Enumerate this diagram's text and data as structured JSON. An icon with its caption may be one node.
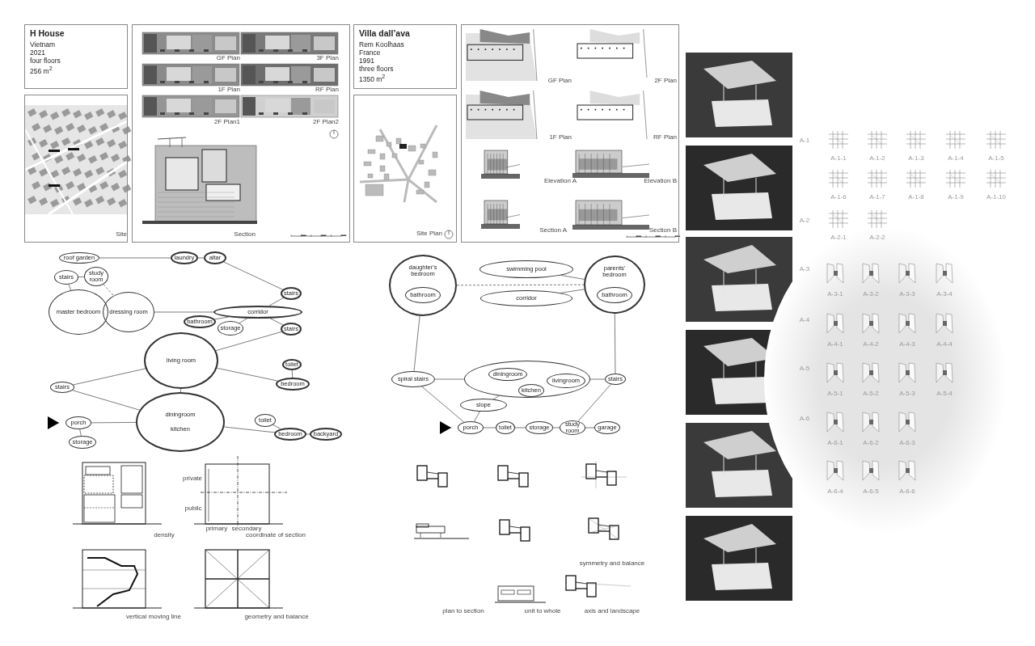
{
  "diagram": {
    "nodes": [
      {
        "text": [
          "H House",
          "Vietnam",
          "2021",
          "four floors",
          "256 m$^{2}$"
        ]
      },
      {
        "text": [
          "Site"
        ]
      },
      {
        "text": [
          "GF Plan",
          "3F Plan",
          "1F Plan",
          "RF Plan",
          "2F Plan1",
          "2F Plan2",
          "Section"
        ]
      },
      {
        "text": [
          "Villa dall’ava",
          "Rem Koolhaas",
          "France",
          "1991",
          "three floors",
          "1350 m$^{2}$"
        ]
      },
      {
        "text": [
          "Site Plan"
        ]
      },
      {
        "text": [
          "GF Plan",
          "2F Plan",
          "1F Plan",
          "RF Plan",
          "Elevation A",
          "Elevation B",
          "Section A",
          "Section B"
        ]
      },
      {
        "text": [
          "roof garden"
        ]
      },
      {
        "text": [
          "laundry"
        ]
      },
      {
        "text": [
          "altar"
        ]
      },
      {
        "text": [
          "stairs"
        ]
      },
      {
        "text": [
          "study room"
        ]
      },
      {
        "text": [
          "master bedroom"
        ]
      },
      {
        "text": [
          "dressing room"
        ]
      },
      {
        "text": [
          "stairs"
        ]
      },
      {
        "text": [
          "corridor"
        ]
      },
      {
        "text": [
          "bathroom"
        ]
      },
      {
        "text": [
          "storage"
        ]
      },
      {
        "text": [
          "stairs"
        ]
      },
      {
        "text": [
          "living room"
        ]
      },
      {
        "text": [
          "toilet"
        ]
      },
      {
        "text": [
          "bedroom"
        ]
      },
      {
        "text": [
          "stairs"
        ]
      },
      {
        "text": [
          "diningroom",
          "kitchen"
        ]
      },
      {
        "text": [
          "porch"
        ]
      },
      {
        "text": [
          "storage"
        ]
      },
      {
        "text": [
          "toilet"
        ]
      },
      {
        "text": [
          "bedroom"
        ]
      },
      {
        "text": [
          "backyard"
        ]
      },
      {
        "text": [
          "daughter's bedroom"
        ]
      },
      {
        "text": [
          "bathroom"
        ],
        "in": 28
      },
      {
        "text": [
          "swimming pool"
        ]
      },
      {
        "text": [
          "parents' bedroom"
        ]
      },
      {
        "text": [
          "bathroom"
        ],
        "in": 31
      },
      {
        "text": [
          "corridor"
        ]
      },
      {
        "text": [
          "spiral stairs"
        ]
      },
      {
        "text": [],
        "shape": "circle"
      },
      {
        "text": [
          "diningroom"
        ],
        "in": 35
      },
      {
        "text": [
          "livingroom"
        ],
        "in": 35
      },
      {
        "text": [
          "kitchen"
        ],
        "in": 35
      },
      {
        "text": [
          "stairs"
        ]
      },
      {
        "text": [
          "slope"
        ]
      },
      {
        "text": [
          "porch"
        ]
      },
      {
        "text": [
          "toilet"
        ]
      },
      {
        "text": [
          "storage"
        ]
      },
      {
        "text": [
          "study room"
        ]
      },
      {
        "text": [
          "garage"
        ]
      }
    ],
    "edges": [
      {
        "from": 6,
        "to": 7,
        "arrow": "none"
      },
      {
        "from": 7,
        "to": 8,
        "arrow": "none"
      },
      {
        "from": 8,
        "to": 13,
        "arrow": "none"
      },
      {
        "from": 9,
        "to": 10,
        "arrow": "none"
      },
      {
        "from": 9,
        "to": 11,
        "arrow": "none"
      },
      {
        "from": 10,
        "to": 12,
        "arrow": "none",
        "style": "dashed"
      },
      {
        "from": 12,
        "to": 14,
        "arrow": "none"
      },
      {
        "from": 13,
        "to": 14,
        "arrow": "none"
      },
      {
        "from": 14,
        "to": 15,
        "arrow": "none"
      },
      {
        "from": 14,
        "to": 16,
        "arrow": "none"
      },
      {
        "from": 14,
        "to": 17,
        "arrow": "none"
      },
      {
        "from": 17,
        "to": 18,
        "arrow": "none"
      },
      {
        "from": 18,
        "to": 21,
        "arrow": "none"
      },
      {
        "from": 18,
        "to": 20,
        "arrow": "none"
      },
      {
        "from": 19,
        "to": 20,
        "arrow": "none"
      },
      {
        "from": 18,
        "to": 22,
        "arrow": "none"
      },
      {
        "from": 21,
        "to": 22,
        "arrow": "none"
      },
      {
        "from": 23,
        "to": 22,
        "arrow": "none"
      },
      {
        "from": 23,
        "to": 24,
        "arrow": "none"
      },
      {
        "from": 22,
        "to": 26,
        "arrow": "none"
      },
      {
        "from": 25,
        "to": 26,
        "arrow": "none"
      },
      {
        "from": 26,
        "to": 27,
        "arrow": "none"
      },
      {
        "from": null,
        "to": 23,
        "arrow": "to"
      },
      {
        "from": 30,
        "to": 31,
        "arrow": "none"
      },
      {
        "from": 33,
        "to": 31,
        "arrow": "none"
      },
      {
        "from": 28,
        "to": 31,
        "arrow": "none",
        "style": "dashed"
      },
      {
        "from": 28,
        "to": 34,
        "arrow": "none"
      },
      {
        "from": 34,
        "to": 35,
        "arrow": "none"
      },
      {
        "from": 35,
        "to": 39,
        "arrow": "none"
      },
      {
        "from": 31,
        "to": 39,
        "arrow": "none"
      },
      {
        "from": 34,
        "to": 41,
        "arrow": "none"
      },
      {
        "from": 35,
        "to": 40,
        "arrow": "none"
      },
      {
        "from": 40,
        "to": 41,
        "arrow": "none"
      },
      {
        "from": 41,
        "to": 42,
        "arrow": "none"
      },
      {
        "from": 42,
        "to": 43,
        "arrow": "none"
      },
      {
        "from": 43,
        "to": 44,
        "arrow": "none"
      },
      {
        "from": 44,
        "to": 45,
        "arrow": "none"
      },
      {
        "from": 44,
        "to": 39,
        "arrow": "none"
      },
      {
        "from": null,
        "to": 41,
        "arrow": "to"
      }
    ],
    "labels": [
      "private",
      "public",
      "primary",
      "secondary",
      "density",
      "coordinate of section",
      "vertical moving line",
      "geometry and balance",
      "symmetry and balance",
      "plan to section",
      "unit to whole",
      "axis and landscape",
      "A-1",
      "A-1-1",
      "A-1-2",
      "A-1-3",
      "A-1-4",
      "A-1-5",
      "A-1-6",
      "A-1-7",
      "A-1-8",
      "A-1-9",
      "A-1-10",
      "A-2",
      "A-2-1",
      "A-2-2",
      "A-3",
      "A-3-1",
      "A-3-2",
      "A-3-3",
      "A-3-4",
      "A-4",
      "A-4-1",
      "A-4-2",
      "A-4-3",
      "A-4-4",
      "A-5",
      "A-5-1",
      "A-5-2",
      "A-5-3",
      "A-5-4",
      "A-6",
      "A-6-1",
      "A-6-2",
      "A-6-3",
      "A-6-4",
      "A-6-5",
      "A-6-6"
    ]
  }
}
